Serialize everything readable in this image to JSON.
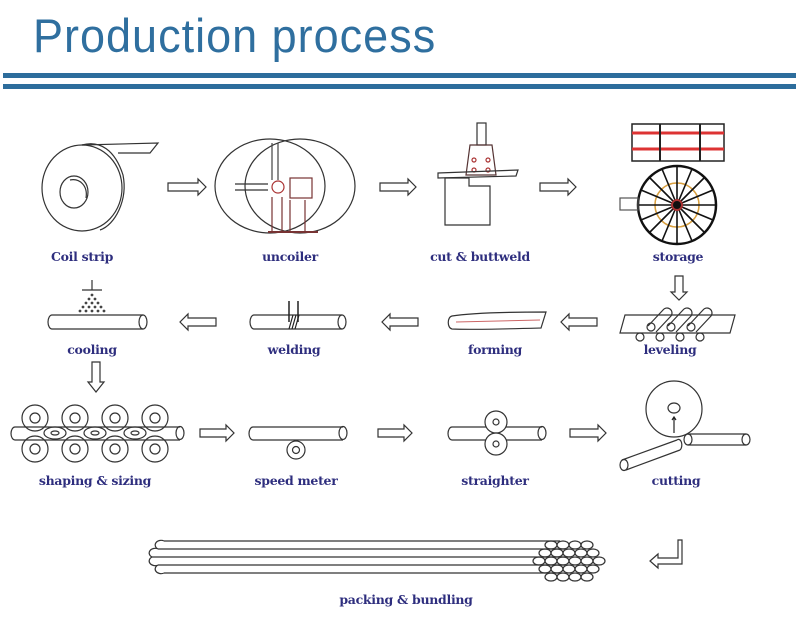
{
  "header": {
    "title": "Production process",
    "accent_color": "#2f6f9f"
  },
  "steps": [
    {
      "id": "coil-strip",
      "label": "Coil strip"
    },
    {
      "id": "uncoiler",
      "label": "uncoiler"
    },
    {
      "id": "cut-buttweld",
      "label": "cut & buttweld"
    },
    {
      "id": "storage",
      "label": "storage"
    },
    {
      "id": "leveling",
      "label": "leveling"
    },
    {
      "id": "forming",
      "label": "forming"
    },
    {
      "id": "welding",
      "label": "welding"
    },
    {
      "id": "cooling",
      "label": "cooling"
    },
    {
      "id": "shaping-sizing",
      "label": "shaping & sizing"
    },
    {
      "id": "speed-meter",
      "label": "speed meter"
    },
    {
      "id": "straighter",
      "label": "straighter"
    },
    {
      "id": "cutting",
      "label": "cutting"
    },
    {
      "id": "packing-bundling",
      "label": "packing & bundling"
    }
  ],
  "flow_arrows": [
    {
      "from": "Coil strip",
      "to": "uncoiler",
      "direction": "right"
    },
    {
      "from": "uncoiler",
      "to": "cut & buttweld",
      "direction": "right"
    },
    {
      "from": "cut & buttweld",
      "to": "storage",
      "direction": "right"
    },
    {
      "from": "storage",
      "to": "leveling",
      "direction": "down"
    },
    {
      "from": "leveling",
      "to": "forming",
      "direction": "left"
    },
    {
      "from": "forming",
      "to": "welding",
      "direction": "left"
    },
    {
      "from": "welding",
      "to": "cooling",
      "direction": "left"
    },
    {
      "from": "cooling",
      "to": "shaping & sizing",
      "direction": "down"
    },
    {
      "from": "shaping & sizing",
      "to": "speed meter",
      "direction": "right"
    },
    {
      "from": "speed meter",
      "to": "straighter",
      "direction": "right"
    },
    {
      "from": "straighter",
      "to": "cutting",
      "direction": "right"
    },
    {
      "from": "cutting",
      "to": "packing & bundling",
      "direction": "down-left"
    }
  ]
}
